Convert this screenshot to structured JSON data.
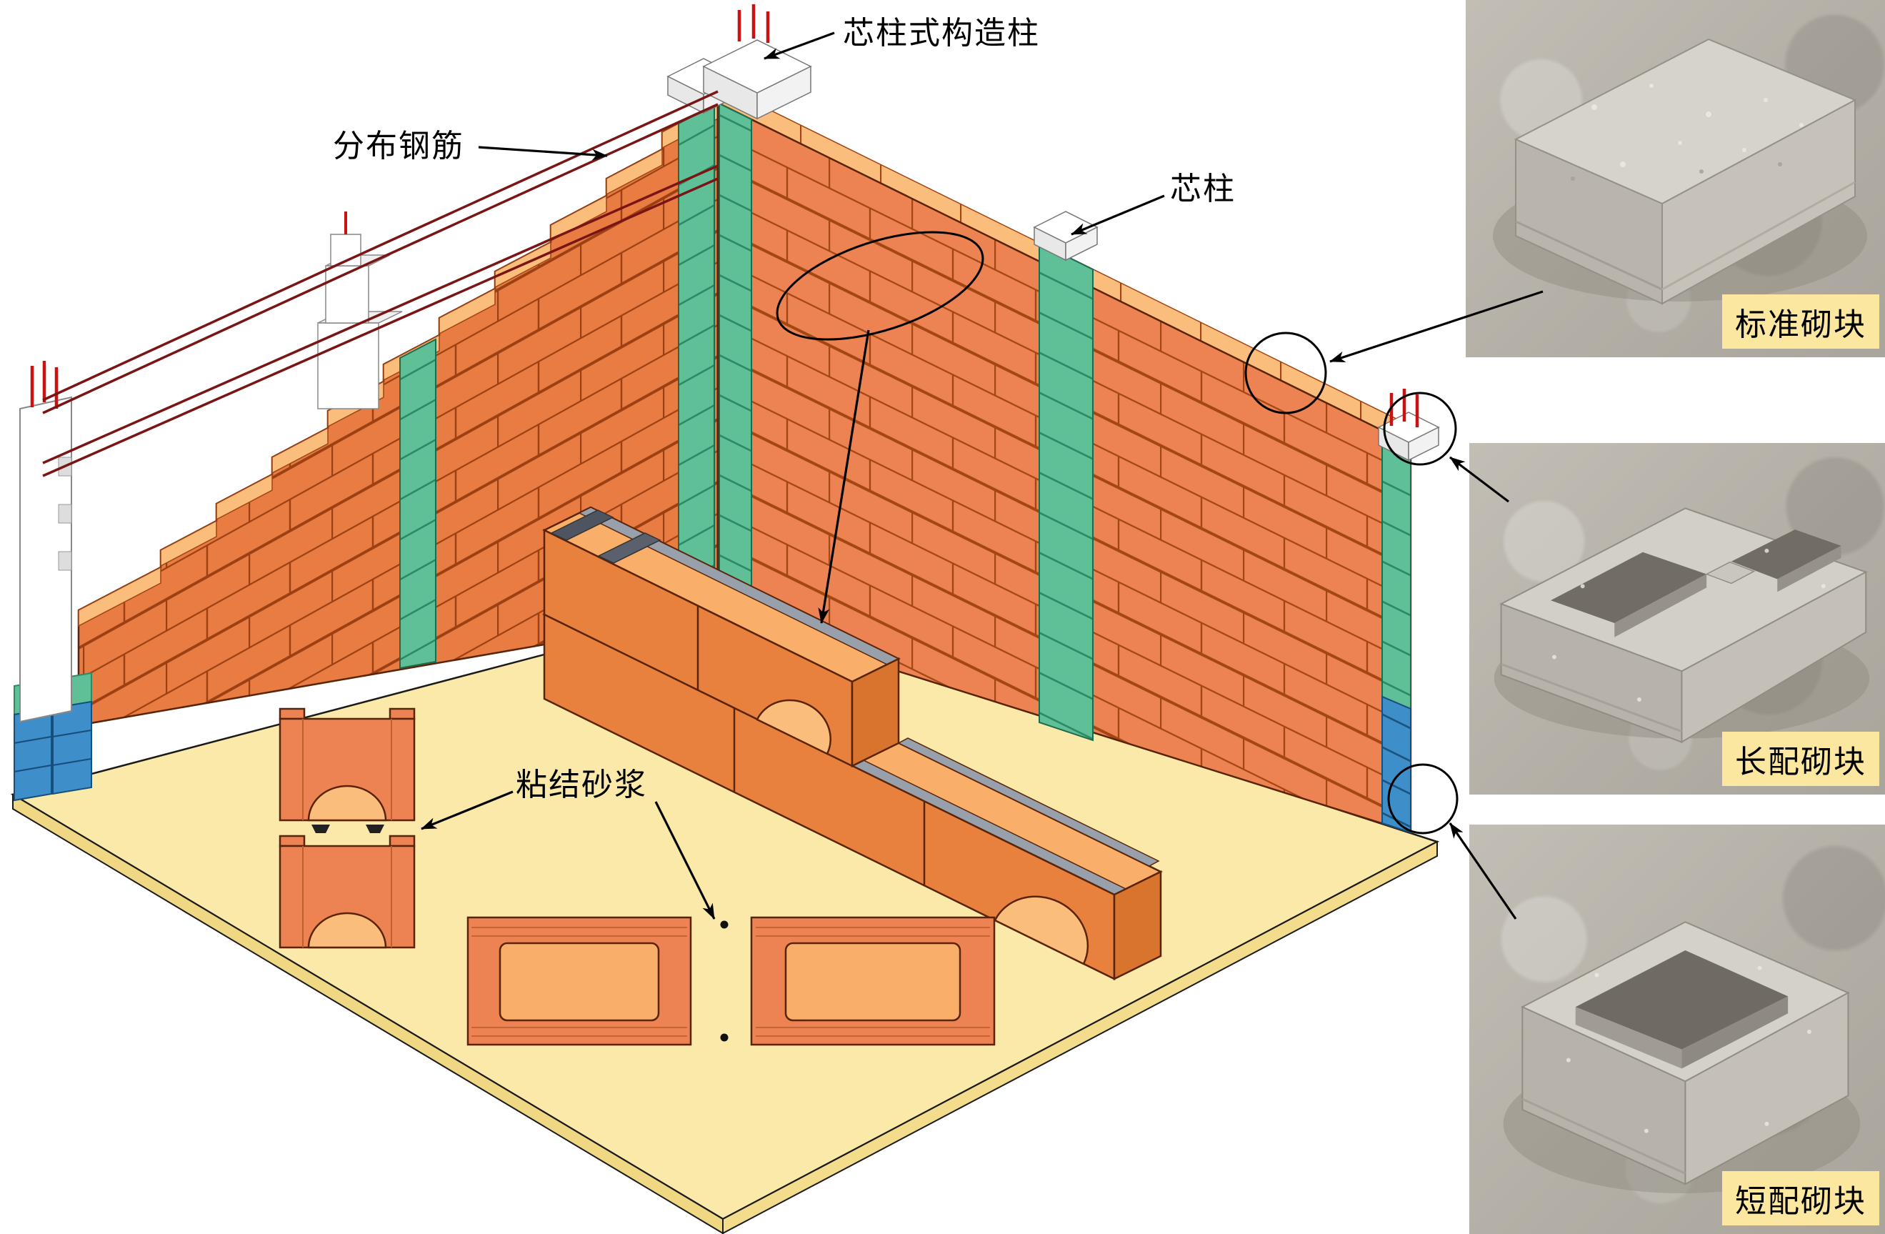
{
  "annotations": {
    "core_column_constructional": "芯柱式构造柱",
    "distributed_rebar": "分布钢筋",
    "core_column": "芯柱",
    "bonding_mortar": "粘结砂浆"
  },
  "photos": [
    {
      "label": "标准砌块"
    },
    {
      "label": "长配砌块"
    },
    {
      "label": "短配砌块"
    }
  ],
  "colors": {
    "brick_face_right": "#ED8352",
    "brick_face_left": "#E87C42",
    "brick_top": "#F9AE6A",
    "brick_cap": "#FBBD7C",
    "brick_line": "#A34614",
    "green_block": "#5FBF97",
    "blue_block": "#3E8EC9",
    "floor_top": "#FAE9A8",
    "floor_side": "#F3DC8C",
    "rebar_red": "#CC1111",
    "reinforcement_dark_red": "#7A1515",
    "mortar_gray": "#98A0AC",
    "white_block": "#FFFFFF",
    "label_bg": "#FBE79F",
    "annotation_line": "#000000"
  }
}
